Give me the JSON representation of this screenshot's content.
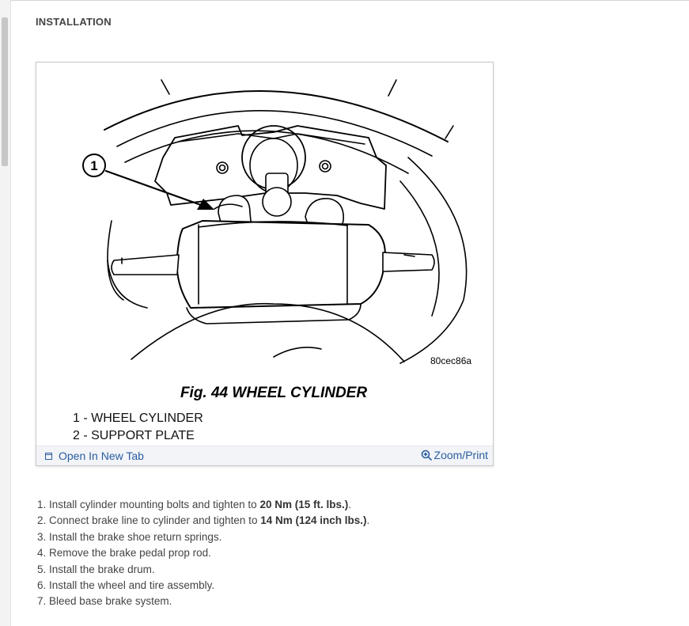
{
  "section": {
    "title": "INSTALLATION"
  },
  "figure": {
    "callout_number": "1",
    "image_code": "80cec86a",
    "caption": "Fig. 44 WHEEL CYLINDER",
    "legend": [
      "1 - WHEEL CYLINDER",
      "2 - SUPPORT PLATE"
    ],
    "open_tab_label": "Open In New Tab",
    "zoom_label": "Zoom/Print",
    "link_color": "#2a5d9f"
  },
  "steps": [
    {
      "num": "1.",
      "pre": "Install cylinder mounting bolts and tighten to ",
      "bold": "20 Nm (15 ft. lbs.)",
      "post": "."
    },
    {
      "num": "2.",
      "pre": "Connect brake line to cylinder and tighten to ",
      "bold": "14 Nm (124 inch lbs.)",
      "post": "."
    },
    {
      "num": "3.",
      "pre": "Install the brake shoe return springs.",
      "bold": "",
      "post": ""
    },
    {
      "num": "4.",
      "pre": "Remove the brake pedal prop rod.",
      "bold": "",
      "post": ""
    },
    {
      "num": "5.",
      "pre": "Install the brake drum.",
      "bold": "",
      "post": ""
    },
    {
      "num": "6.",
      "pre": "Install the wheel and tire assembly.",
      "bold": "",
      "post": ""
    },
    {
      "num": "7.",
      "pre": "Bleed base brake system.",
      "bold": "",
      "post": ""
    }
  ]
}
